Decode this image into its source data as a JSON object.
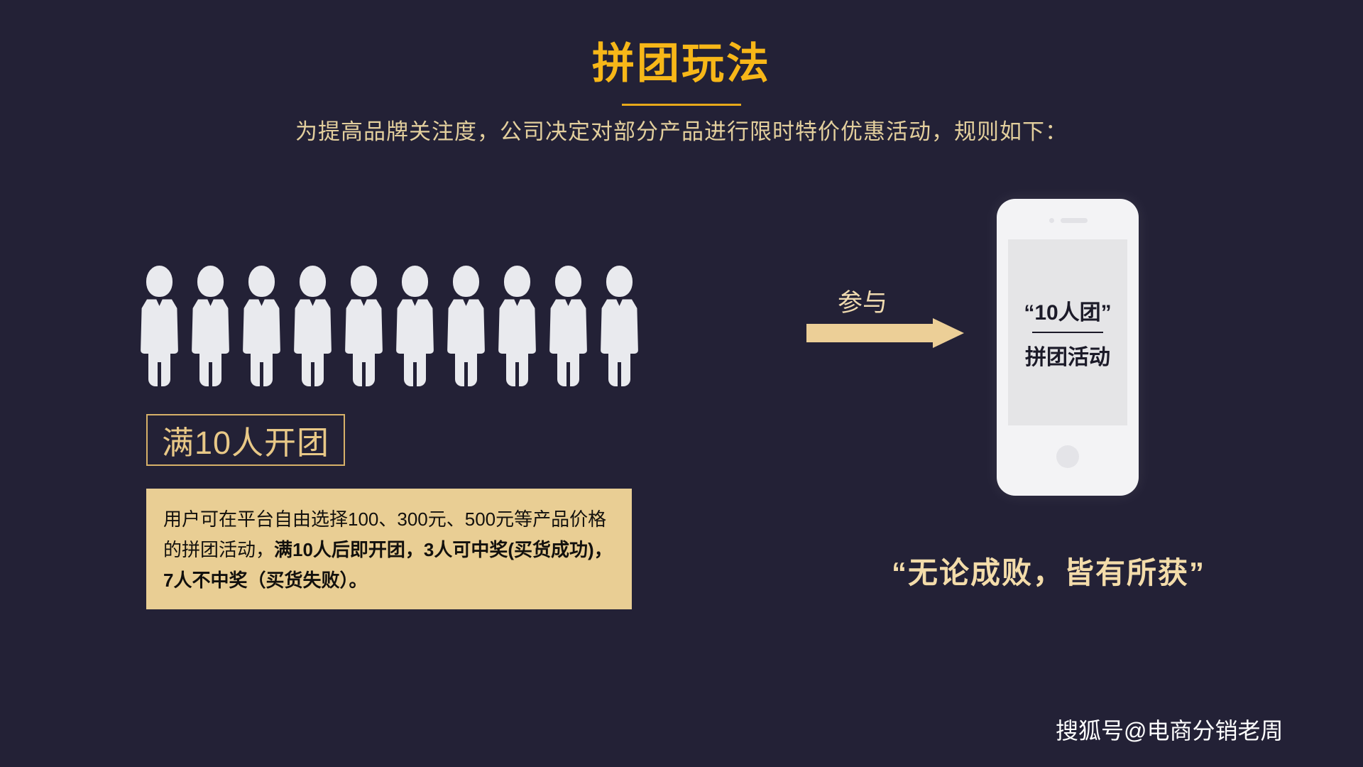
{
  "slide": {
    "background_color": "#232136",
    "title": "拼团玩法",
    "title_color": "#f7b718",
    "subtitle": "为提高品牌关注度，公司决定对部分产品进行限时特价优惠活动，规则如下：",
    "subtitle_color": "#e3cf9d"
  },
  "people": {
    "count": 10,
    "icon_name": "person-icon",
    "color": "#e9eaee"
  },
  "badge": {
    "label": "满10人开团",
    "text_color": "#e8c887",
    "border_color": "#d7b169"
  },
  "description": {
    "background_color": "#e9ce94",
    "text_color": "#12100d",
    "part_normal_1": "用户可在平台自由选择100、300元、500元等产品价格的拼团活动，",
    "part_bold_1": "满10人后即开团，3人可中奖(买货成功)，7人不中奖（买货失败）。"
  },
  "arrow": {
    "label": "参与",
    "label_color": "#f0dbb0",
    "fill_color": "#eccf97",
    "direction": "right"
  },
  "phone": {
    "body_color": "#f3f3f5",
    "screen_color": "#e5e5e7",
    "screen_line_1": "“10人团”",
    "screen_line_2": "拼团活动",
    "screen_text_color": "#1b1a28"
  },
  "quote": {
    "text": "“无论成败，皆有所获”",
    "color": "#f3dcaa"
  },
  "watermark": {
    "text": "搜狐号@电商分销老周",
    "color": "#ffffff"
  }
}
